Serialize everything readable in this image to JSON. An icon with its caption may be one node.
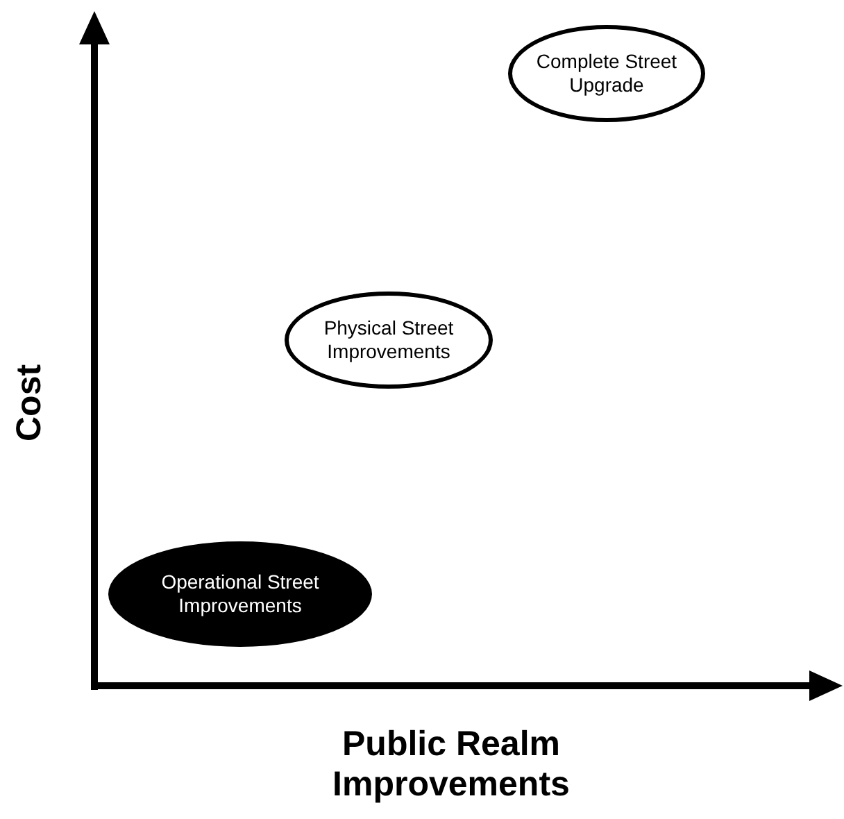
{
  "diagram": {
    "nodes": [
      {
        "text": [
          "Complete Street Upgrade"
        ]
      },
      {
        "text": [
          "Physical Street Improvements"
        ]
      },
      {
        "text": [
          "Operational Street Improvements"
        ]
      }
    ],
    "labels": [
      "Cost",
      "Public Realm Improvements"
    ]
  }
}
